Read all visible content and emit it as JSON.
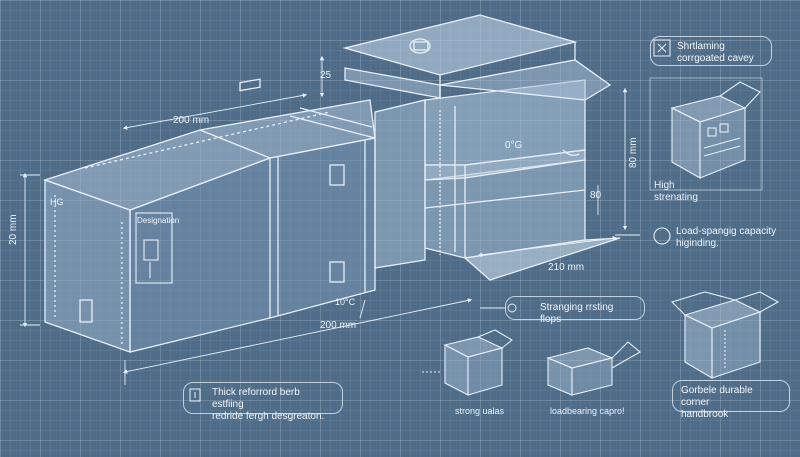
{
  "dimensions": {
    "length_top": "200 mm",
    "length_bottom": "200 mm",
    "height_left": "20 mm",
    "lid_height": "25",
    "right_height": "80 mm",
    "inner_height": "80",
    "flap_width": "210 mm",
    "temp_mark": "10°C",
    "insert_mark": "0°G"
  },
  "box_labels": {
    "end_panel": "HG",
    "side_panel": "Designation"
  },
  "callouts": {
    "top_right": "Shrtlaming corrgoated cavey",
    "high_strength": [
      "High",
      "strenating"
    ],
    "load_capacity": "Load-spangig capacity higinding.",
    "flaps": "Stranging rrsting flops",
    "reinforced": [
      "Thick reforrord berb estfiing",
      "redride fergh desgreaton."
    ],
    "corner": [
      "Gorbele durable corner",
      "handbrook"
    ]
  },
  "mini_labels": {
    "strong": "strong ualas",
    "load_bearing": "loadbearing capro!"
  },
  "colors": {
    "background": "#4f6d89",
    "line": "#e8eef5"
  }
}
